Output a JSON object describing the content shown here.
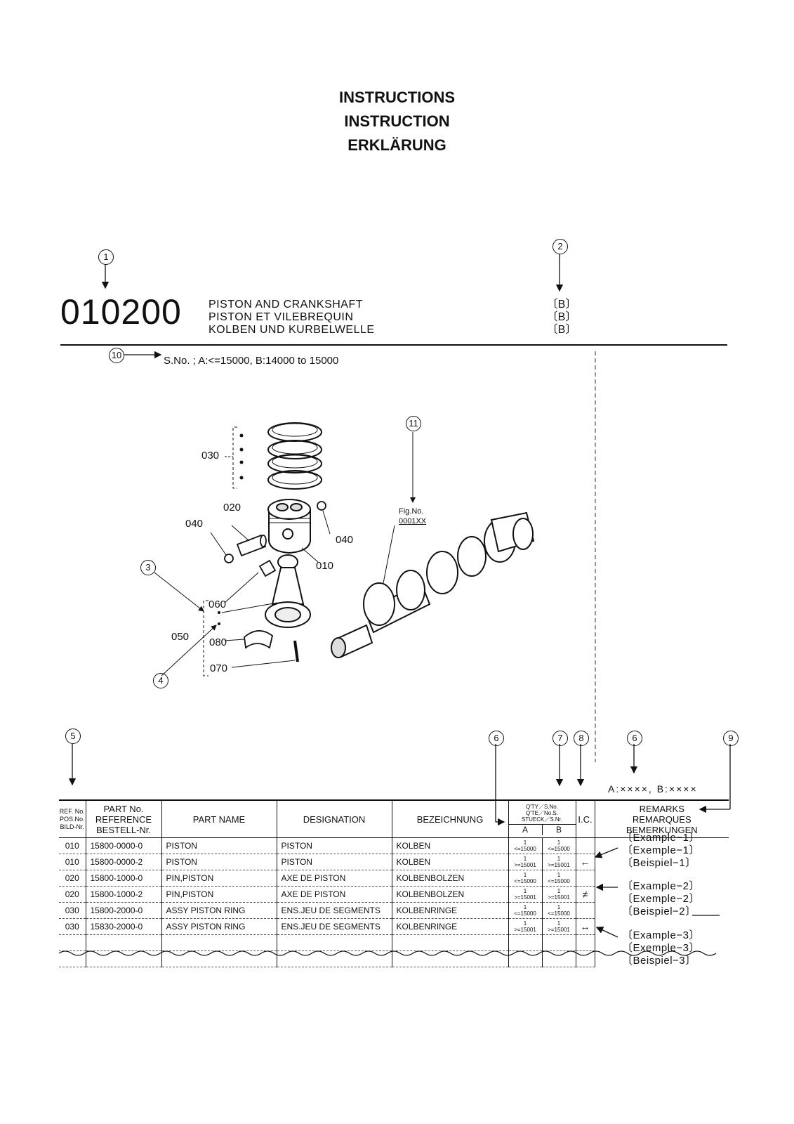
{
  "titles": [
    "INSTRUCTIONS",
    "INSTRUCTION",
    "ERKLÄRUNG"
  ],
  "group": {
    "number": "010200",
    "names": [
      "PISTON AND CRANKSHAFT",
      "PISTON ET VILEBREQUIN",
      "KOLBEN UND KURBELWELLE"
    ],
    "codes": [
      "〔B〕",
      "〔B〕",
      "〔B〕"
    ]
  },
  "callouts": {
    "c1": "1",
    "c2": "2",
    "c3": "3",
    "c4": "4",
    "c5": "5",
    "c6a": "6",
    "c6b": "6",
    "c7": "7",
    "c8": "8",
    "c9": "9",
    "c10": "10",
    "c11": "11"
  },
  "serial_note": "S.No. ; A:<=15000, B:14000 to 15000",
  "diagram": {
    "labels": {
      "p030": "030",
      "p020": "020",
      "p040a": "040",
      "p040b": "040",
      "p010": "010",
      "p060": "060",
      "p050": "050",
      "p080": "080",
      "p070": "070"
    },
    "fig_label": "Fig.No.",
    "fig_no": "0001XX"
  },
  "ab_note": "A:××××, B:××××",
  "table": {
    "headers": {
      "ref": [
        "REF. No.",
        "POS.No.",
        "BILD-Nr."
      ],
      "part_no": [
        "PART No.",
        "REFERENCE",
        "BESTELL-Nr."
      ],
      "part_name": "PART NAME",
      "designation": "DESIGNATION",
      "bezeichnung": "BEZEICHNUNG",
      "qty": [
        "Q'TY／S.No.",
        "Q'TE／No.S.",
        "STUECK／S.Nr."
      ],
      "col_a": "A",
      "col_b": "B",
      "ic": "I.C.",
      "remarks": [
        "REMARKS",
        "REMARQUES",
        "BEMERKUNGEN"
      ]
    },
    "rows": [
      {
        "ref": "010",
        "part_no": "15800-0000-0",
        "name": "PISTON",
        "designation": "PISTON",
        "bez": "KOLBEN",
        "qa1": "1",
        "qa2": "<=15000",
        "qb1": "1",
        "qb2": "<=15000",
        "ic": ""
      },
      {
        "ref": "010",
        "part_no": "15800-0000-2",
        "name": "PISTON",
        "designation": "PISTON",
        "bez": "KOLBEN",
        "qa1": "1",
        "qa2": ">=15001",
        "qb1": "1",
        "qb2": ">=15001",
        "ic": "←"
      },
      {
        "ref": "020",
        "part_no": "15800-1000-0",
        "name": "PIN,PISTON",
        "designation": "AXE DE PISTON",
        "bez": "KOLBENBOLZEN",
        "qa1": "1",
        "qa2": "<=15000",
        "qb1": "1",
        "qb2": "<=15000",
        "ic": ""
      },
      {
        "ref": "020",
        "part_no": "15800-1000-2",
        "name": "PIN,PISTON",
        "designation": "AXE DE PISTON",
        "bez": "KOLBENBOLZEN",
        "qa1": "1",
        "qa2": ">=15001",
        "qb1": "1",
        "qb2": ">=15001",
        "ic": "≠"
      },
      {
        "ref": "030",
        "part_no": "15800-2000-0",
        "name": "ASSY PISTON RING",
        "designation": "ENS.JEU DE SEGMENTS",
        "bez": "KOLBENRINGE",
        "qa1": "1",
        "qa2": "<=15000",
        "qb1": "1",
        "qb2": "<=15000",
        "ic": ""
      },
      {
        "ref": "030",
        "part_no": "15830-2000-0",
        "name": "ASSY PISTON RING",
        "designation": "ENS.JEU DE SEGMENTS",
        "bez": "KOLBENRINGE",
        "qa1": "1",
        "qa2": ">=15001",
        "qb1": "1",
        "qb2": ">=15001",
        "ic": "↔"
      }
    ]
  },
  "examples": {
    "ex1": [
      "〔Example−1〕",
      "〔Exemple−1〕",
      "〔Beispiel−1〕"
    ],
    "ex2": [
      "〔Example−2〕",
      "〔Exemple−2〕",
      "〔Beispiel−2〕"
    ],
    "ex3": [
      "〔Example−3〕",
      "〔Exemple−3〕",
      "〔Beispiel−3〕"
    ]
  }
}
